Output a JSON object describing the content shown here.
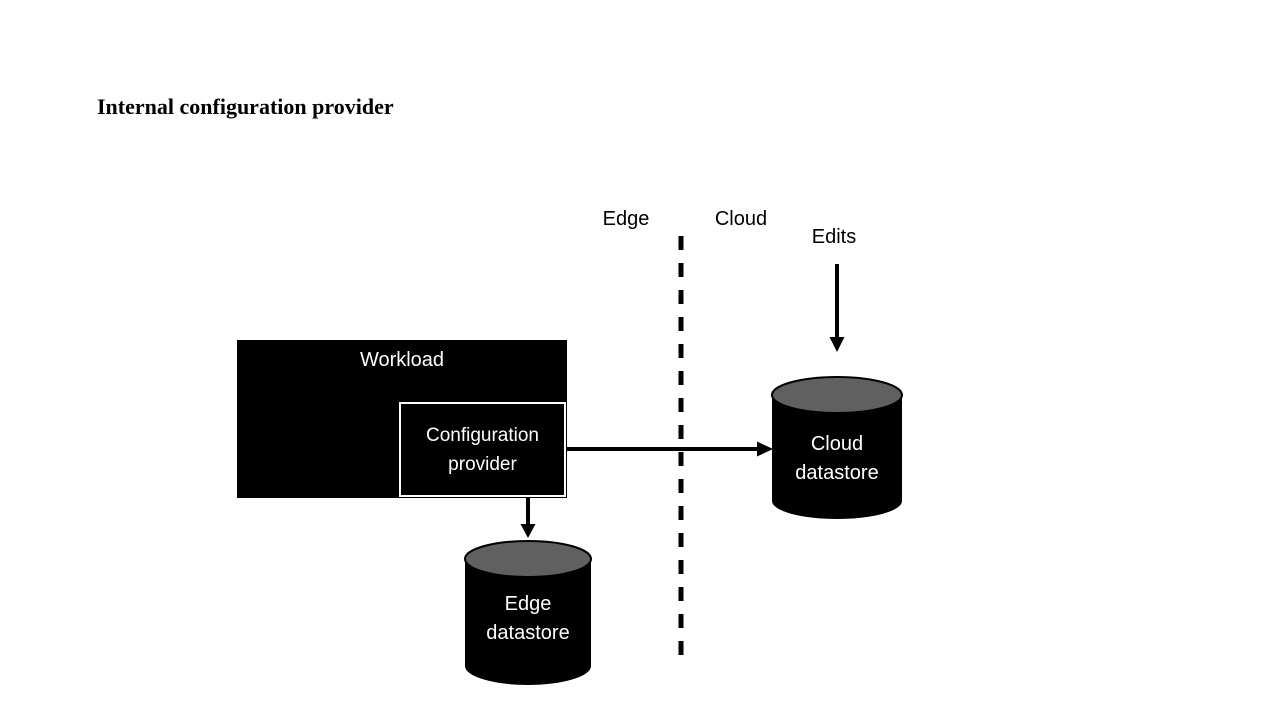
{
  "title": "Internal configuration provider",
  "zones": {
    "edge_label": "Edge",
    "cloud_label": "Cloud"
  },
  "flows": {
    "edits_label": "Edits"
  },
  "nodes": {
    "workload": {
      "label": "Workload"
    },
    "config_provider": {
      "label": "Configuration provider"
    },
    "cloud_datastore": {
      "label": "Cloud datastore"
    },
    "edge_datastore": {
      "label": "Edge datastore"
    }
  },
  "colors": {
    "node_fill": "#000000",
    "cylinder_top_fill": "#606060",
    "node_text": "#ffffff",
    "page_text": "#000000",
    "background": "#ffffff",
    "connector": "#000000"
  }
}
